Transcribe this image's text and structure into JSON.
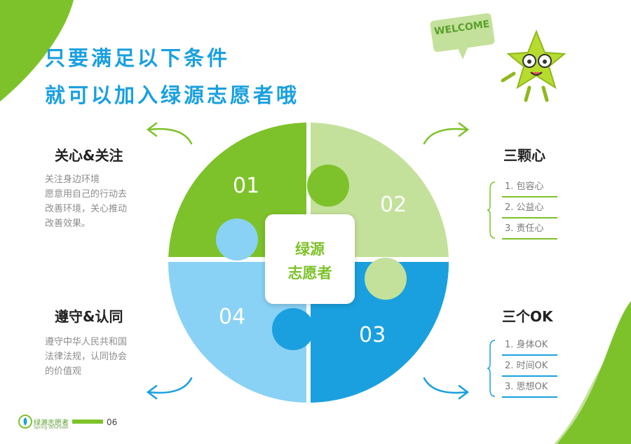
{
  "heading": {
    "line1": "只要满足以下条件",
    "line2": "就可以加入绿源志愿者哦"
  },
  "welcome_sign": "WELCOME",
  "center": {
    "line1": "绿源",
    "line2": "志愿者"
  },
  "puzzle_numbers": [
    "01",
    "02",
    "03",
    "04"
  ],
  "sections": {
    "care": {
      "title": "关心&关注",
      "desc": [
        "关注身边环境",
        "愿意用自己的行动去",
        "改善环境，关心推动",
        "改善效果。"
      ]
    },
    "hearts": {
      "title": "三颗心",
      "items": [
        "1. 包容心",
        "2. 公益心",
        "3. 责任心"
      ]
    },
    "obey": {
      "title": "遵守&认同",
      "desc": [
        "遵守中华人民共和国",
        "法律法规，认同协会",
        "的价值观"
      ]
    },
    "ok": {
      "title": "三个OK",
      "items": [
        "1. 身体OK",
        "2. 时间OK",
        "3. 思想OK"
      ]
    }
  },
  "footer": {
    "logo_cn": "绿源志愿者",
    "logo_en": "Spring Volunteer",
    "page": "06"
  },
  "colors": {
    "green": "#7dc22a",
    "light_green": "#c3e19a",
    "blue": "#1aa0df",
    "light_blue": "#8ad2f5",
    "title_blue": "#1aa0df"
  }
}
